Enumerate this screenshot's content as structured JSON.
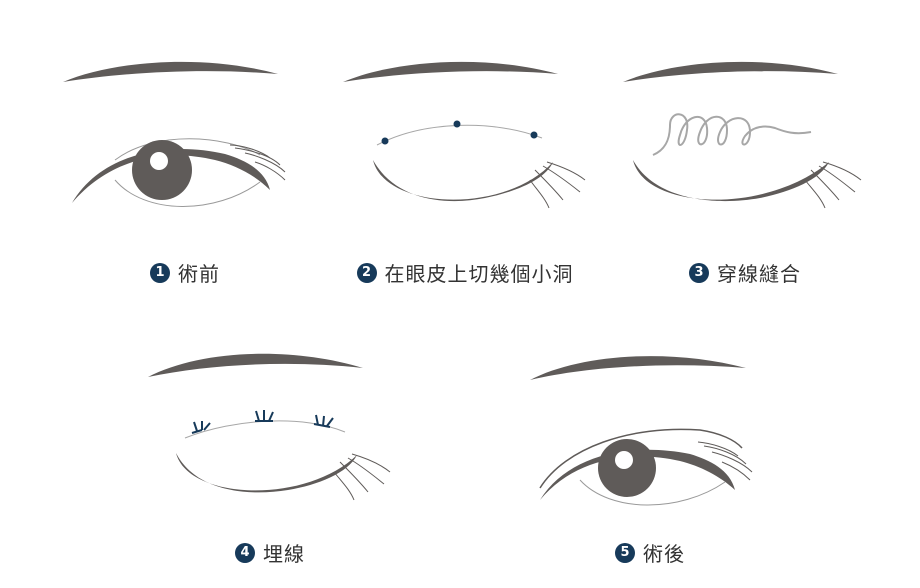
{
  "colors": {
    "shape": "#5f5b59",
    "accent": "#173a5a",
    "line": "#a7a7a7"
  },
  "steps": [
    {
      "number": "1",
      "label": "術前"
    },
    {
      "number": "2",
      "label": "在眼皮上切幾個小洞"
    },
    {
      "number": "3",
      "label": "穿線縫合"
    },
    {
      "number": "4",
      "label": "埋線"
    },
    {
      "number": "5",
      "label": "術後"
    }
  ]
}
